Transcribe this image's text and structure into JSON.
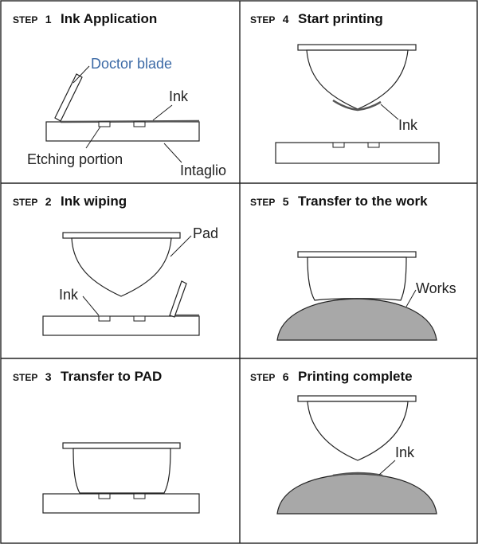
{
  "steps": [
    {
      "word": "STEP",
      "number": "1",
      "title": "Ink Application"
    },
    {
      "word": "STEP",
      "number": "2",
      "title": "Ink wiping"
    },
    {
      "word": "STEP",
      "number": "3",
      "title": "Transfer to PAD"
    },
    {
      "word": "STEP",
      "number": "4",
      "title": "Start printing"
    },
    {
      "word": "STEP",
      "number": "5",
      "title": "Transfer to the work"
    },
    {
      "word": "STEP",
      "number": "6",
      "title": "Printing complete"
    }
  ],
  "labels": {
    "doctor_blade": "Doctor blade",
    "ink": "Ink",
    "etching_portion": "Etching portion",
    "intaglio": "Intaglio",
    "pad": "Pad",
    "works": "Works"
  },
  "colors": {
    "doctor_blade_label": "#3c6aa6",
    "work_fill": "#a8a8a8",
    "outline": "#222222"
  }
}
